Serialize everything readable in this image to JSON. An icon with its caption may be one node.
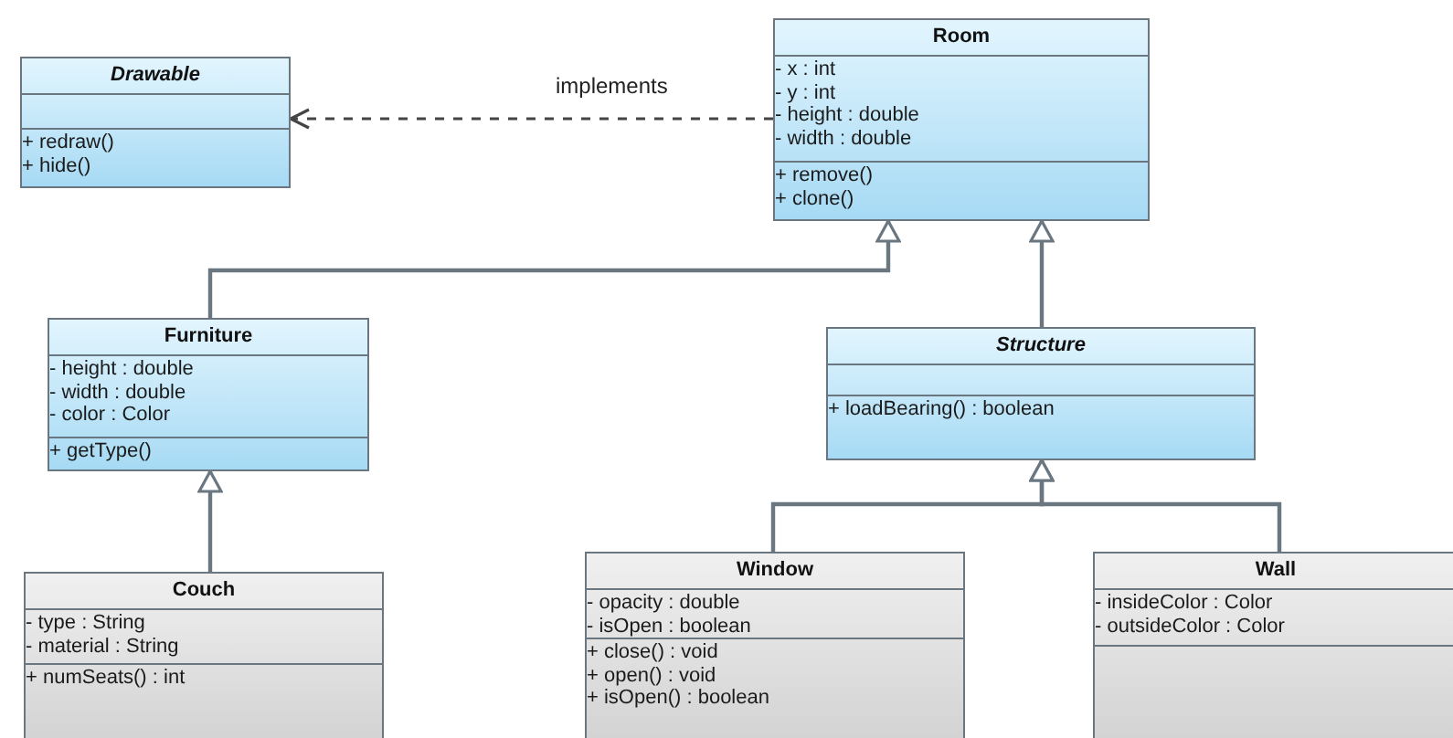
{
  "diagram": {
    "nodes": [
      {
        "text": [
          "Drawable"
        ]
      },
      {
        "text": [],
        "shape": "box",
        "in": 0
      },
      {
        "text": [
          "+ redraw()",
          "+ hide()"
        ],
        "in": 0
      },
      {
        "text": [
          "Room"
        ]
      },
      {
        "text": [
          "- x : int",
          "- y : int",
          "- height : double",
          "- width : double"
        ],
        "in": 3
      },
      {
        "text": [
          "+ remove()",
          "+ clone()"
        ],
        "in": 3
      },
      {
        "text": [
          "Furniture"
        ]
      },
      {
        "text": [
          "- height : double",
          "- width : double",
          "- color : Color"
        ],
        "in": 6
      },
      {
        "text": [
          "+ getType()"
        ],
        "in": 6
      },
      {
        "text": [
          "Structure"
        ]
      },
      {
        "text": [],
        "shape": "box",
        "in": 9
      },
      {
        "text": [
          "+ loadBearing() : boolean"
        ],
        "in": 9
      },
      {
        "text": [
          "Couch"
        ]
      },
      {
        "text": [
          "- type : String",
          "- material : String"
        ],
        "in": 12
      },
      {
        "text": [
          "+ numSeats() : int"
        ],
        "in": 12
      },
      {
        "text": [
          "Window"
        ]
      },
      {
        "text": [
          "- opacity : double",
          "- isOpen : boolean"
        ],
        "in": 15
      },
      {
        "text": [
          "+ close() : void",
          "+ open() : void",
          "+ isOpen() : boolean"
        ],
        "in": 15
      },
      {
        "text": [
          "Wall"
        ]
      },
      {
        "text": [
          "- insideColor : Color",
          "- outsideColor : Color"
        ],
        "in": 18
      },
      {
        "text": [],
        "shape": "box",
        "in": 18
      }
    ],
    "edges": [
      {
        "from": 3,
        "to": 0,
        "arrow": "to",
        "label": "implements",
        "style": "dashed"
      },
      {
        "from": 6,
        "to": 3,
        "arrow": "to"
      },
      {
        "from": 9,
        "to": 3,
        "arrow": "to"
      },
      {
        "from": 12,
        "to": 6,
        "arrow": "to"
      },
      {
        "from": 15,
        "to": 9,
        "arrow": "to"
      },
      {
        "from": 18,
        "to": 9,
        "arrow": "to"
      }
    ]
  }
}
